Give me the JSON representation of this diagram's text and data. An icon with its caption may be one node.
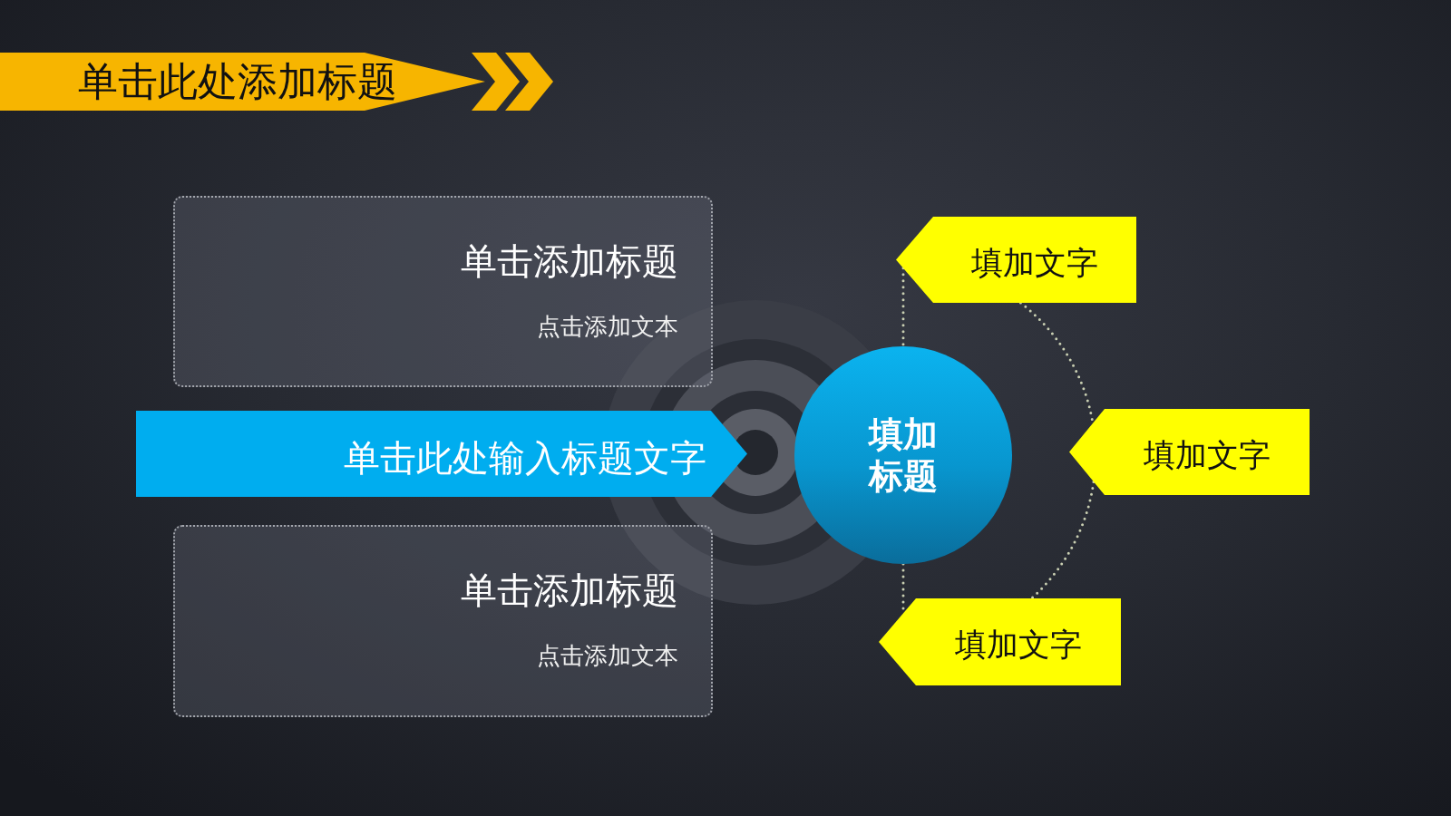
{
  "diagram": {
    "title": "单击此处添加标题",
    "nodes": [
      {
        "text": [
          "单击添加标题",
          "点击添加文本"
        ]
      },
      {
        "text": [
          "单击此处输入标题文字"
        ]
      },
      {
        "text": [
          "单击添加标题",
          "点击添加文本"
        ]
      },
      {
        "text": [
          "填加标题"
        ]
      },
      {
        "text": [
          "填加文字"
        ]
      },
      {
        "text": [
          "填加文字"
        ]
      },
      {
        "text": [
          "填加文字"
        ]
      }
    ],
    "edges": [
      {
        "from": 4,
        "to": 3,
        "arrow": "none",
        "style": "dashed"
      },
      {
        "from": 3,
        "to": 6,
        "arrow": "none",
        "style": "dashed"
      },
      {
        "from": 4,
        "to": 5,
        "arrow": "none",
        "style": "dashed"
      },
      {
        "from": 5,
        "to": 6,
        "arrow": "none",
        "style": "dashed"
      }
    ]
  }
}
